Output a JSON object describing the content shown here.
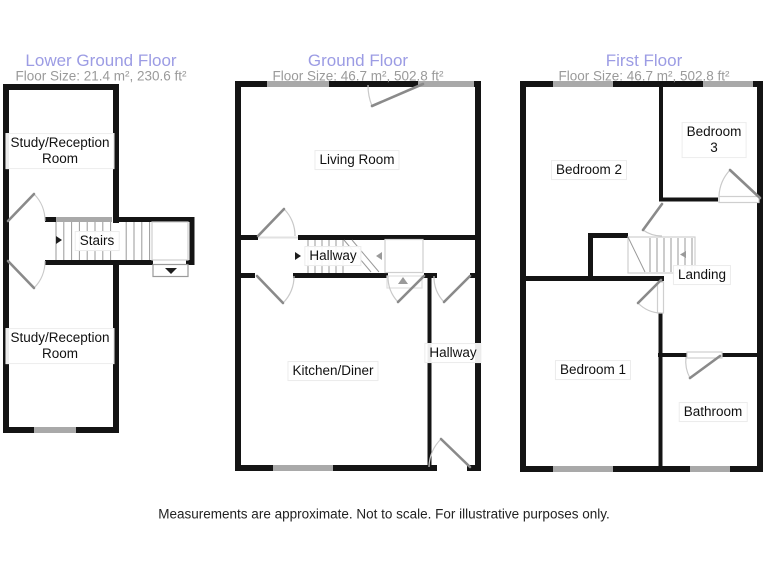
{
  "colors": {
    "title": "#9c9ce4",
    "subtitle": "#9a9a9a",
    "wall": "#141414",
    "win": "#a9a9a9",
    "stair": "#9a9a9a",
    "arc": "#c9c9c9",
    "door": "#8a8a8a",
    "text": "#111111",
    "disc": "#222222"
  },
  "icons": {
    "stairs-direction-right": "▶",
    "stairs-direction-left": "◀",
    "stairs-direction-up": "▲",
    "entrance-direction-down": "▼"
  },
  "floors": [
    {
      "title": "Lower Ground Floor",
      "floor_size": "Floor Size: 21.4 m², 230.6 ft²",
      "rooms": [
        {
          "label": "Study/Reception\nRoom"
        },
        {
          "label": "Stairs"
        },
        {
          "label": "Study/Reception\nRoom"
        }
      ]
    },
    {
      "title": "Ground Floor",
      "floor_size": "Floor Size: 46.7 m², 502.8 ft²",
      "rooms": [
        {
          "label": "Living Room"
        },
        {
          "label": "Hallway"
        },
        {
          "label": "Kitchen/Diner"
        },
        {
          "label": "Hallway"
        }
      ]
    },
    {
      "title": "First Floor",
      "floor_size": "Floor Size: 46.7 m², 502.8 ft²",
      "rooms": [
        {
          "label": "Bedroom 2"
        },
        {
          "label": "Bedroom 3"
        },
        {
          "label": "Landing"
        },
        {
          "label": "Bedroom 1"
        },
        {
          "label": "Bathroom"
        }
      ]
    }
  ],
  "disclaimer": "Measurements are approximate. Not to scale. For illustrative purposes only."
}
